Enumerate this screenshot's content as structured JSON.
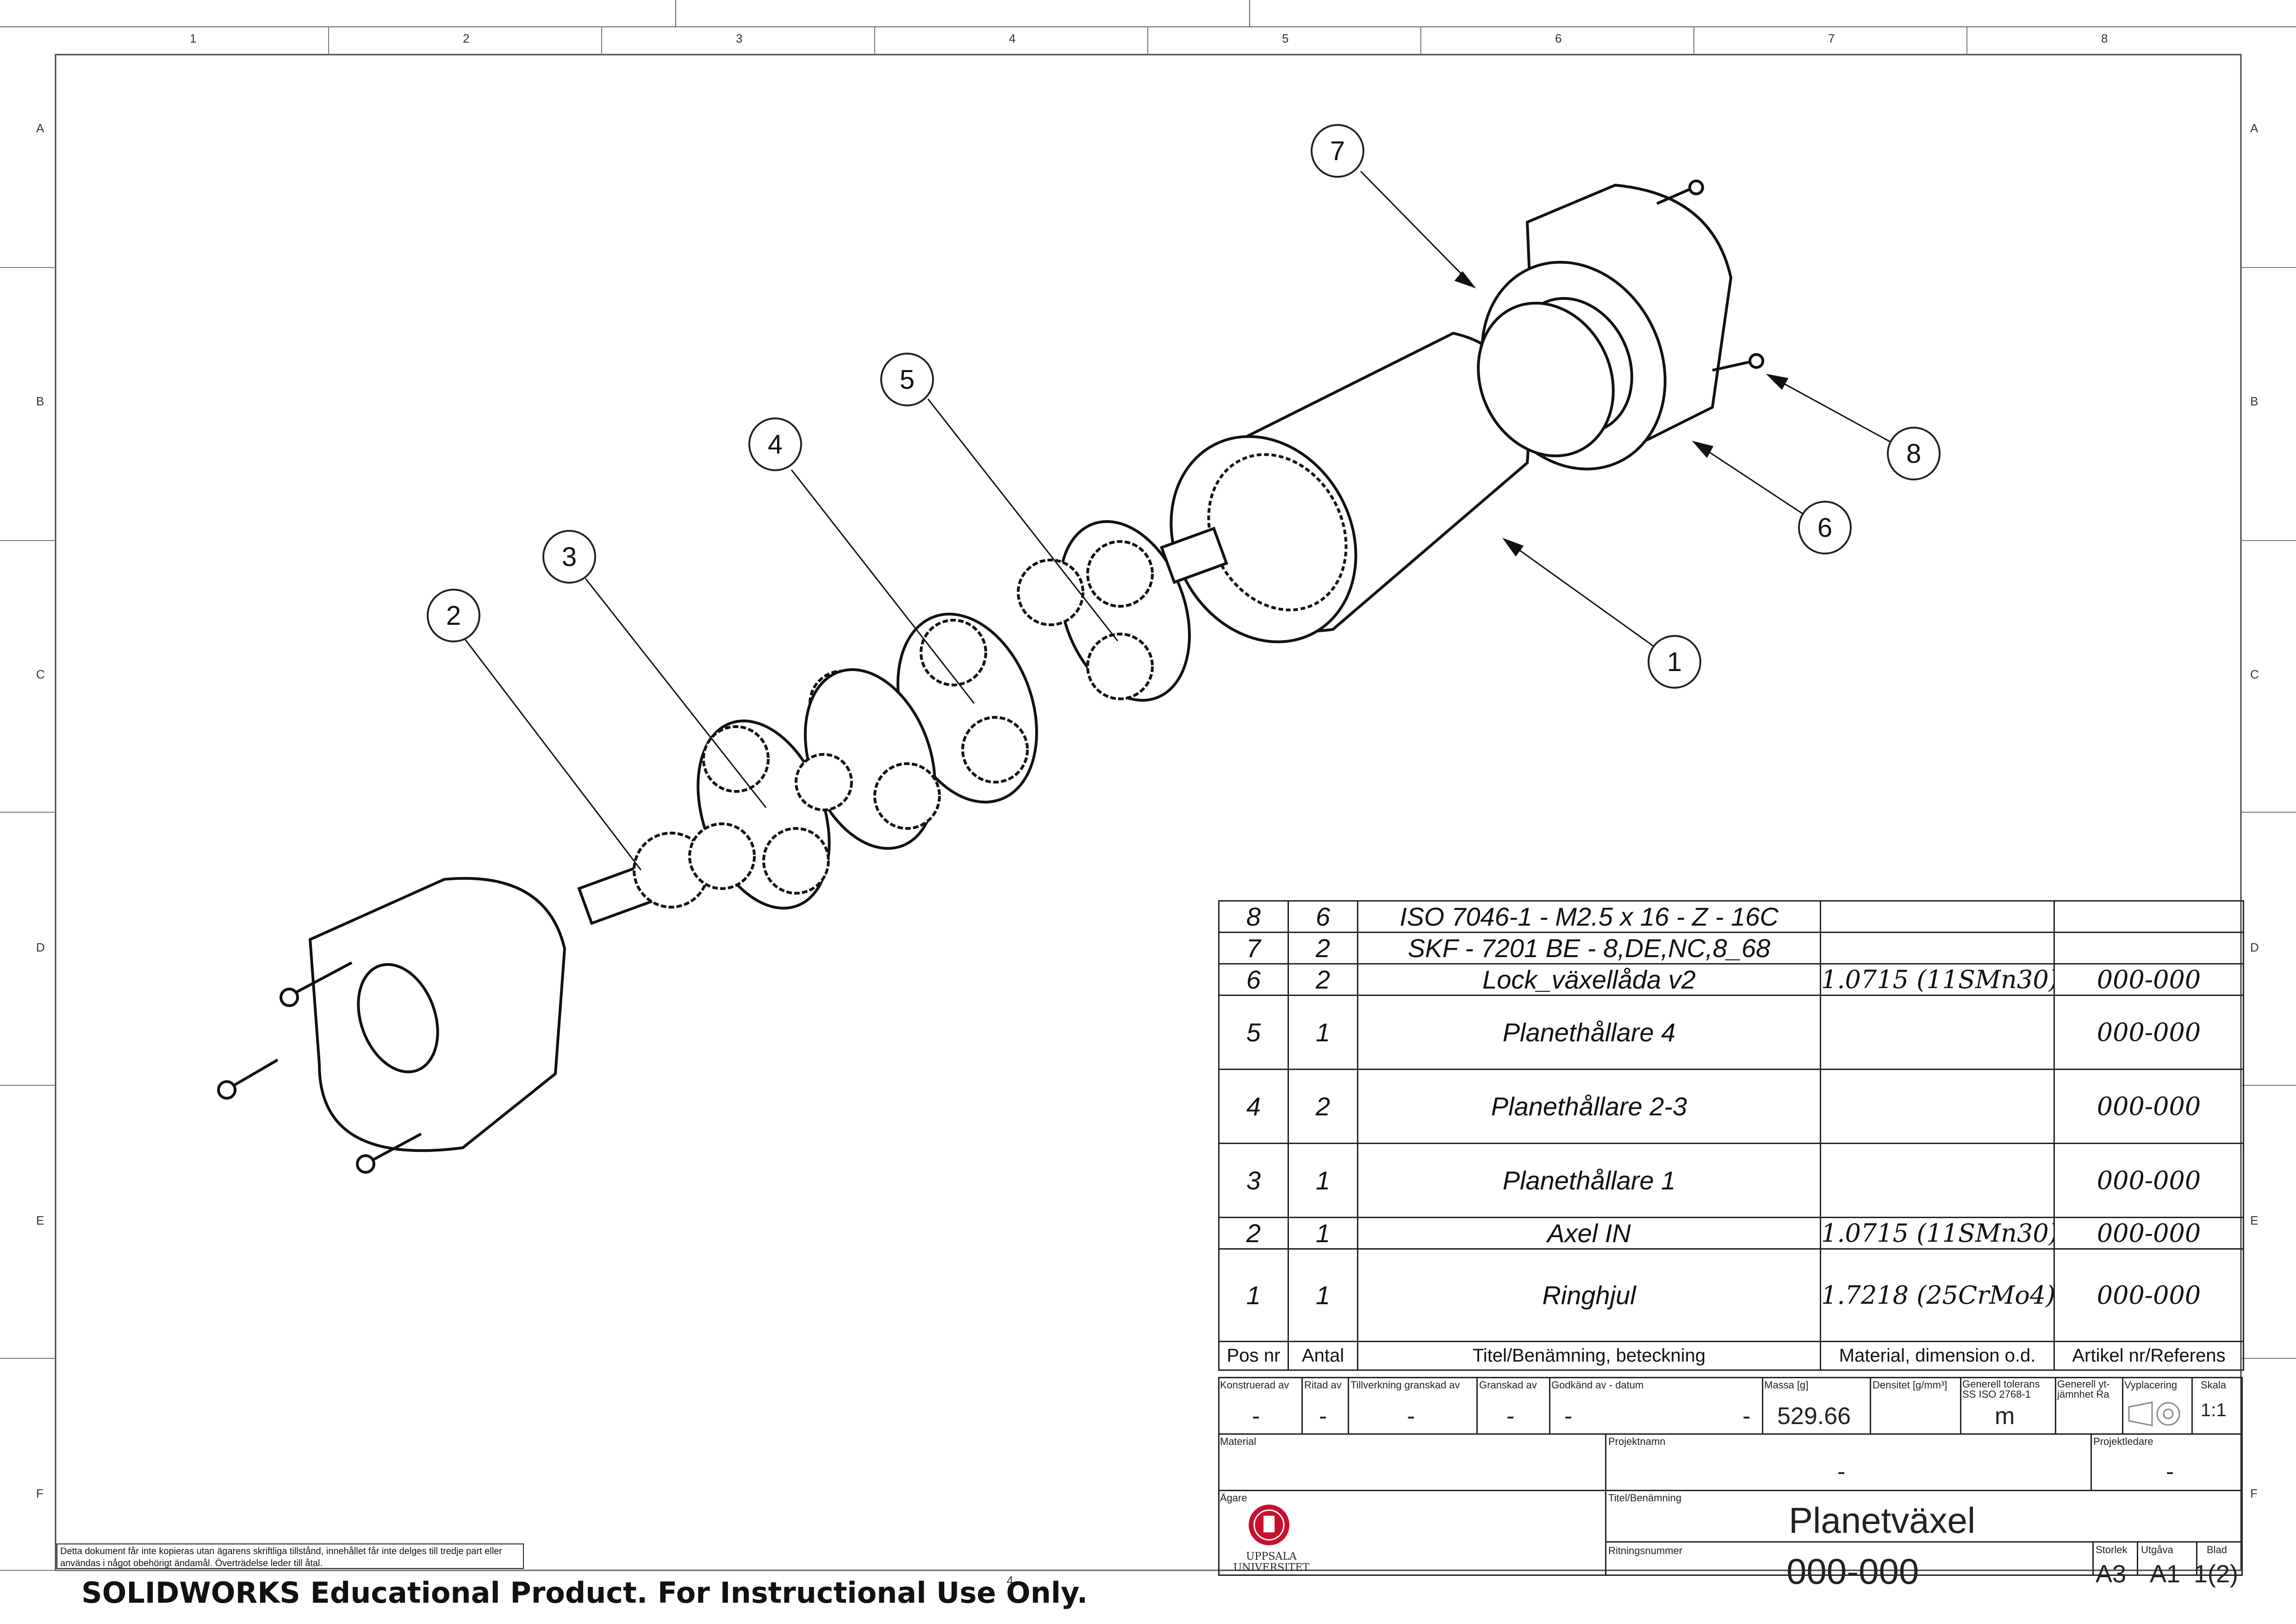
{
  "drawing": {
    "zones_columns": [
      "1",
      "2",
      "3",
      "4",
      "5",
      "6",
      "7",
      "8"
    ],
    "zones_rows": [
      "A",
      "B",
      "C",
      "D",
      "E",
      "F"
    ],
    "bottom_zone_label": "4"
  },
  "callouts": [
    "1",
    "2",
    "3",
    "4",
    "5",
    "6",
    "7",
    "8"
  ],
  "bom": {
    "rows": [
      {
        "pos": "8",
        "qty": "6",
        "title": "ISO 7046-1 - M2.5 x 16 - Z - 16C",
        "material": "",
        "article": ""
      },
      {
        "pos": "7",
        "qty": "2",
        "title": "SKF - 7201 BE - 8,DE,NC,8_68",
        "material": "",
        "article": ""
      },
      {
        "pos": "6",
        "qty": "2",
        "title": "Lock_växellåda v2",
        "material": "1.0715 (11SMn30)",
        "article": "000-000"
      },
      {
        "pos": "5",
        "qty": "1",
        "title": "Planethållare 4",
        "material": "",
        "article": "000-000"
      },
      {
        "pos": "4",
        "qty": "2",
        "title": "Planethållare 2-3",
        "material": "",
        "article": "000-000"
      },
      {
        "pos": "3",
        "qty": "1",
        "title": "Planethållare 1",
        "material": "",
        "article": "000-000"
      },
      {
        "pos": "2",
        "qty": "1",
        "title": "Axel IN",
        "material": "1.0715 (11SMn30)",
        "article": "000-000"
      },
      {
        "pos": "1",
        "qty": "1",
        "title": "Ringhjul",
        "material": "1.7218 (25CrMo4)",
        "article": "000-000"
      }
    ],
    "headers": {
      "pos": "Pos nr",
      "qty": "Antal",
      "title": "Titel/Benämning, beteckning",
      "material": "Material, dimension o.d.",
      "article": "Artikel nr/Referens"
    }
  },
  "titleblock": {
    "labels": {
      "constructed_by": "Konstruerad av",
      "drawn_by": "Ritad av",
      "manufacturing_check": "Tillverkning granskad av",
      "checked_by": "Granskad av",
      "approved_by": "Godkänd av  - datum",
      "mass": "Massa [g]",
      "density": "Densitet [g/mm³]",
      "general_tolerance": "Generell tolerans SS ISO 2768-1",
      "surface": "Generell yt-jämnhet Ra",
      "projection": "Vyplacering",
      "scale": "Skala",
      "material": "Material",
      "project_name": "Projektnamn",
      "project_lead": "Projektledare",
      "owner": "Ägare",
      "title": "Titel/Benämning",
      "drawing_number": "Ritningsnummer",
      "size": "Storlek",
      "revision": "Utgåva",
      "sheet": "Blad"
    },
    "values": {
      "constructed_by": "-",
      "drawn_by": "-",
      "manufacturing_check": "-",
      "checked_by": "-",
      "approved_by": "-",
      "approved_date": "-",
      "mass": "529.66",
      "density": "",
      "general_tolerance": "m",
      "scale": "1:1",
      "project_name": "-",
      "project_lead": "-",
      "owner_name": "UPPSALA UNIVERSITET",
      "title": "Planetväxel",
      "drawing_number": "000-000",
      "size": "A3",
      "revision": "A1",
      "sheet": "1(2)"
    }
  },
  "footer": {
    "notice": "Detta dokument får inte kopieras utan ägarens skriftliga tillstånd, innehållet får inte delges till tredje part eller användas i något obehörigt ändamål. Överträdelse leder till åtal.",
    "educational": "SOLIDWORKS Educational Product. For Instructional Use Only."
  }
}
